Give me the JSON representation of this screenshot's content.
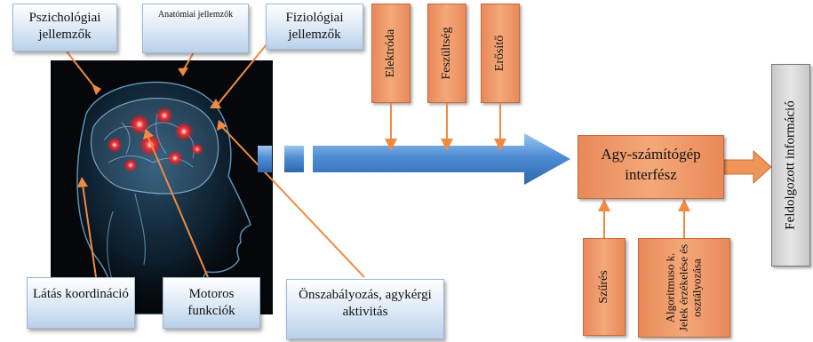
{
  "labels": {
    "pszichologiai": "Pszichológiai jellemzők",
    "anatomiai": "Anatómiai jellemzők",
    "fiziologiai": "Fiziológiai jellemzők",
    "latas": "Látás koordináció",
    "motoros": "Motoros funkciók",
    "onszabalyozas": "Önszabályozás, agykérgi aktivitás"
  },
  "signal_chain": {
    "elektroda": "Elektróda",
    "feszultseg": "Feszültség",
    "erosito": "Erősítő"
  },
  "bci_box": "Agy-számítógép interfész",
  "processing": {
    "szures": "Szűrés",
    "algoritmus": "Algoritmuso k. Jelek érzékelése és osztályozása"
  },
  "output": "Feldolgozott információ",
  "colors": {
    "blue_label": "#dbe8f6",
    "orange_box": "#f0a070",
    "orange_line": "#f08a40",
    "arrow_blue": "#4f8ed4",
    "grey_box": "#d8d8d8"
  }
}
